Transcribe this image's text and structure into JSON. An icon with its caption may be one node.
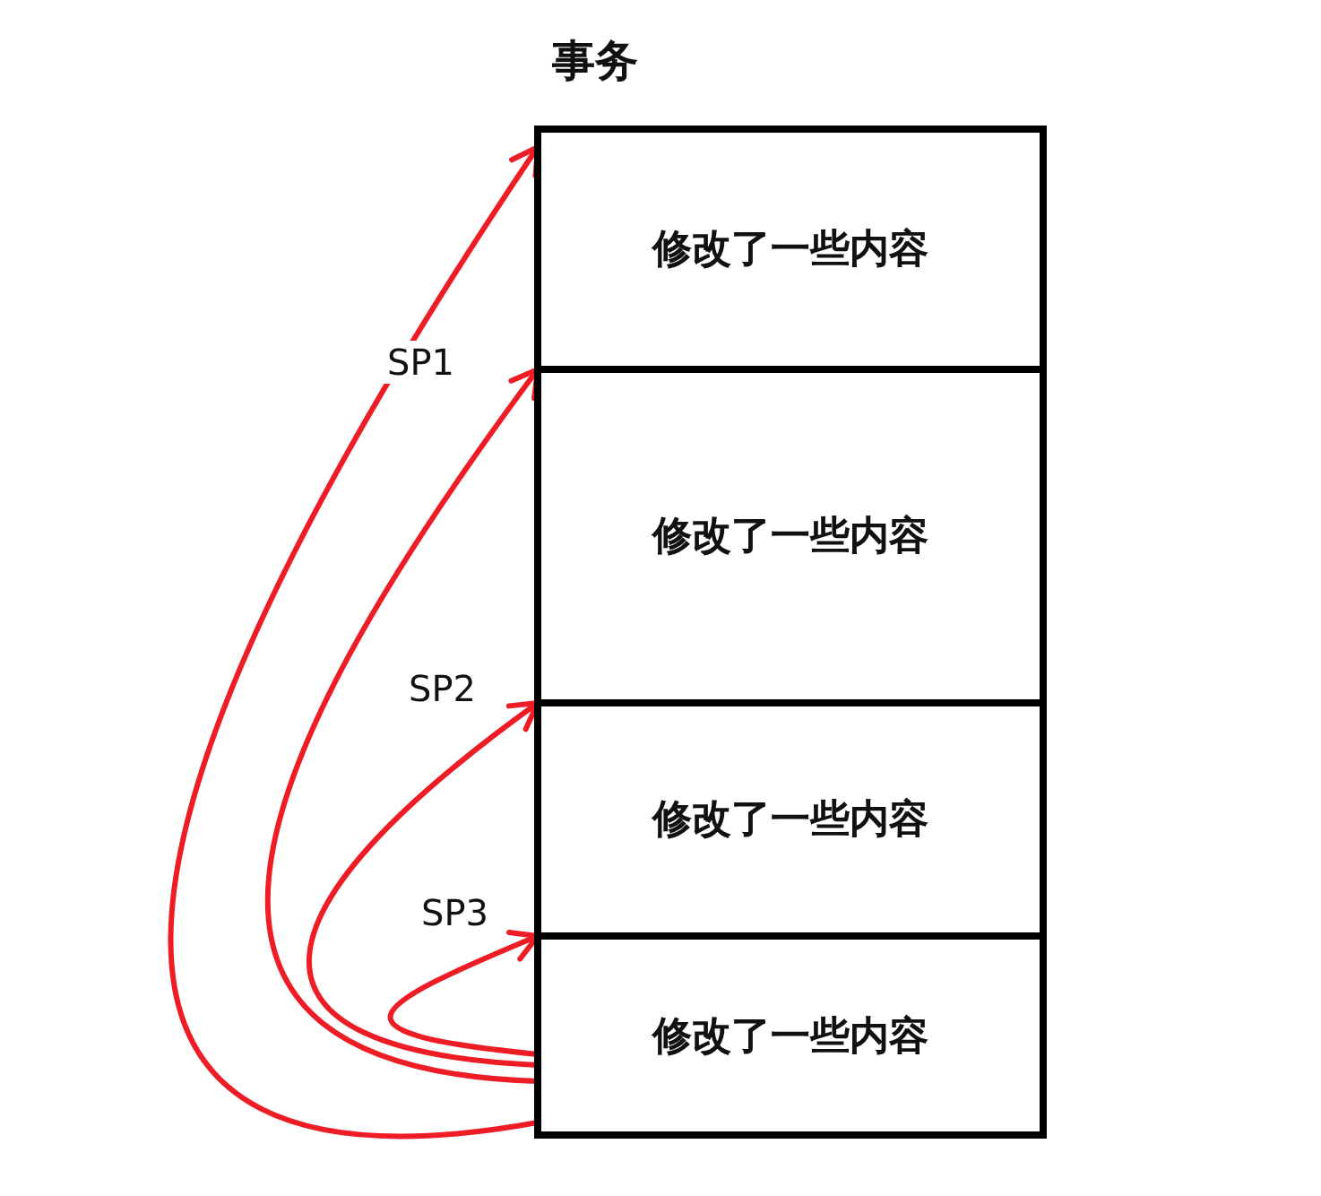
{
  "diagram": {
    "nodes": [
      {
        "text": [
          "事务"
        ]
      },
      {
        "text": [
          "修改了一些内容"
        ],
        "in": 0
      },
      {
        "text": [
          "修改了一些内容"
        ],
        "in": 0
      },
      {
        "text": [
          "修改了一些内容"
        ],
        "in": 0
      },
      {
        "text": [
          "修改了一些内容"
        ],
        "in": 0
      }
    ],
    "edges": [
      {
        "from": 4,
        "to": 1,
        "arrow": "to"
      },
      {
        "from": 4,
        "to": 2,
        "arrow": "to"
      },
      {
        "from": 4,
        "to": 3,
        "arrow": "to"
      },
      {
        "from": 4,
        "to": 4,
        "arrow": "to"
      }
    ],
    "labels": [
      "SP1",
      "SP2",
      "SP3"
    ]
  }
}
